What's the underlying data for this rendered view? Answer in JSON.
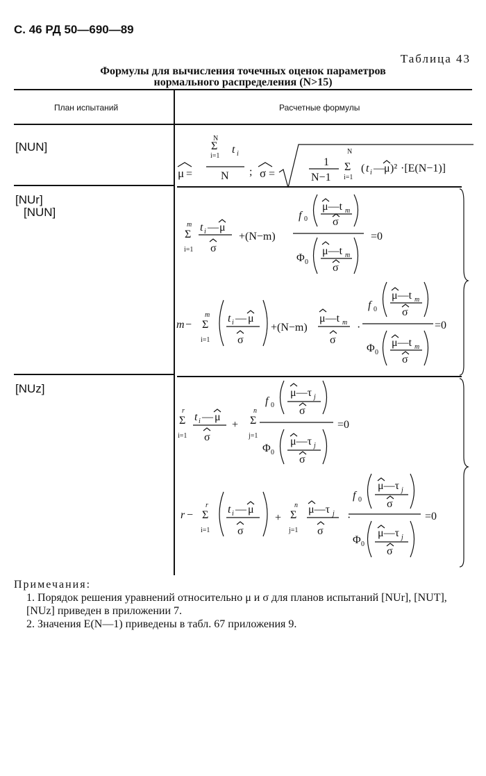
{
  "header": {
    "page_ref": "С. 46 РД 50—690—89"
  },
  "table": {
    "number": "Таблица 43",
    "title_line1": "Формулы для вычисления точечных оценок параметров",
    "title_line2": "нормального распределения (N>15)",
    "col_plan": "План испытаний",
    "col_formulas": "Расчетные формулы",
    "rows": [
      {
        "plan": [
          "[NUN]"
        ]
      },
      {
        "plan": [
          "[NUr]",
          "[NUN]"
        ]
      },
      {
        "plan": [
          "[NUz]"
        ]
      }
    ]
  },
  "formulas": {
    "mu": "μ",
    "sigma": "σ",
    "sum": "Σ",
    "N": "N",
    "t_i": "t",
    "i_eq_1": "i=1",
    "j_eq_1": "j=1",
    "m": "m",
    "r": "r",
    "n": "n",
    "eq_zero": "=0",
    "semicolon": ";",
    "one": "1",
    "N_minus_1": "N−1",
    "E_term": "·[E(N−1)]",
    "f0": "f",
    "Phi0": "Φ",
    "zero": "0",
    "mu_minus_tm": "μ—t",
    "mu_minus_tauj": "μ—τ",
    "N_minus_m": "+(N−m)",
    "plus": "+",
    "minus": "−",
    "dot": "·"
  },
  "notes": {
    "heading": "Примечания:",
    "items": [
      "1. Порядок решения уравнений относительно μ и σ для планов испытаний [NUr], [NUT], [NUz] приведен в приложении 7.",
      "2. Значения E(N—1) приведены в табл. 67 приложения 9."
    ]
  }
}
